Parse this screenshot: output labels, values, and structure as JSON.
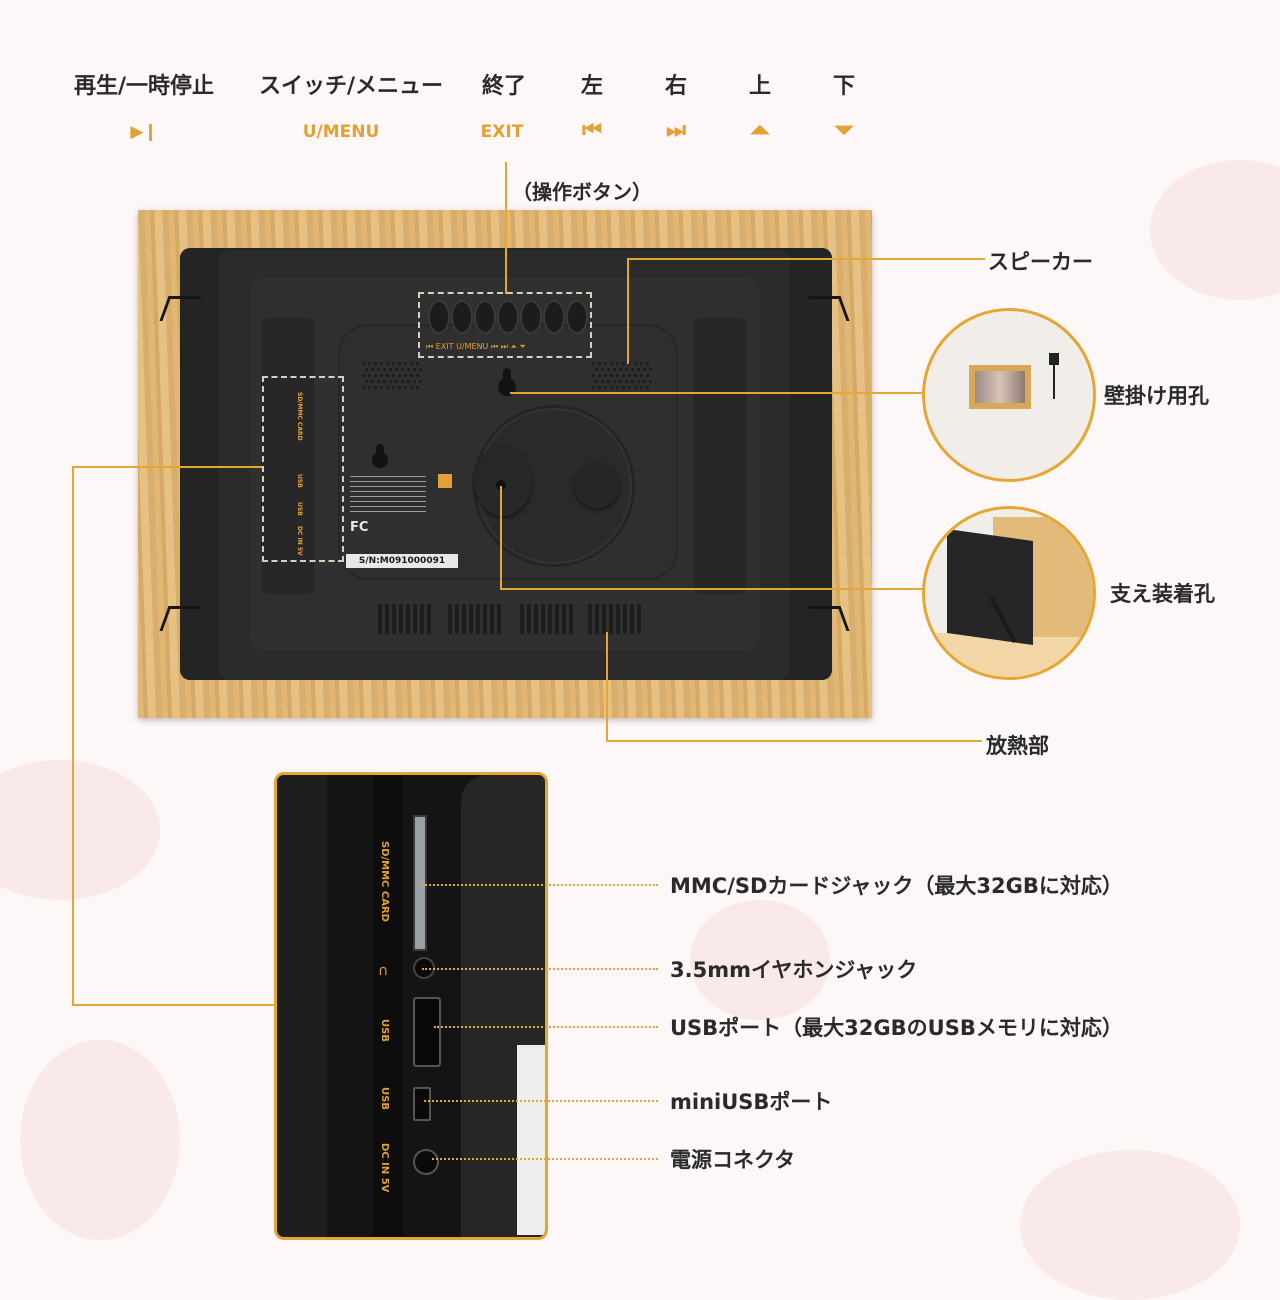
{
  "controls": [
    {
      "label": "再生/一時停止",
      "icon": "▶❙",
      "icon_name": "play-pause-icon"
    },
    {
      "label": "スイッチ/メニュー",
      "icon": "U/MENU",
      "icon_name": "power-menu-icon"
    },
    {
      "label": "終了",
      "icon": "EXIT",
      "icon_name": "exit-icon"
    },
    {
      "label": "左",
      "icon": "⏮",
      "icon_name": "prev-icon"
    },
    {
      "label": "右",
      "icon": "⏭",
      "icon_name": "next-icon"
    },
    {
      "label": "上",
      "icon": "⏶",
      "icon_name": "up-icon"
    },
    {
      "label": "下",
      "icon": "⏷",
      "icon_name": "down-icon"
    }
  ],
  "buttons_caption": "（操作ボタン）",
  "callouts": {
    "speaker": "スピーカー",
    "wall_hole": "壁掛け用孔",
    "stand_hole": "支え装着孔",
    "heat_sink": "放熱部"
  },
  "ports": [
    "MMC/SDカードジャック（最大32GBに対応）",
    "3.5mmイヤホンジャック",
    "USBポート（最大32GBのUSBメモリに対応）",
    "miniUSBポート",
    "電源コネクタ"
  ],
  "device_print": {
    "serial": "S/N:M091000091",
    "panel_buttons": "⏮  EXIT  U/MENU  ⏮  ⏭  ⏶  ⏷",
    "side_card": "SD/MMC CARD",
    "side_usb1": "USB",
    "side_usb2": "USB",
    "side_dc": "DC IN 5V"
  },
  "colors": {
    "accent": "#e6a634",
    "device": "#2b2b2b",
    "wood": "#e0b776"
  }
}
